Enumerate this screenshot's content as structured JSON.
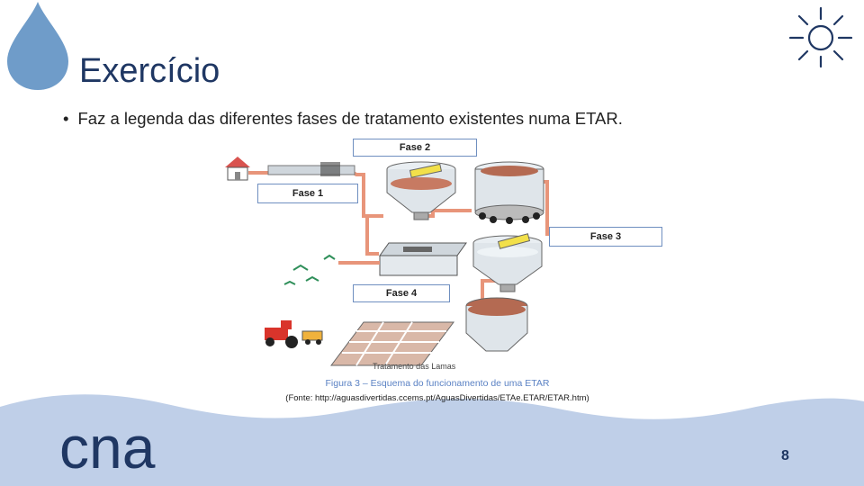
{
  "slide": {
    "title": "Exercício",
    "bullet": "Faz a legenda das diferentes fases de tratamento existentes numa ETAR.",
    "page_number": "8",
    "logo_text": "cna"
  },
  "figure": {
    "phases": {
      "fase1": "Fase 1",
      "fase2": "Fase 2",
      "fase3": "Fase 3",
      "fase4": "Fase 4"
    },
    "sludge_label": "Tratamento das Lamas",
    "caption": "Figura 3 – Esquema do funcionamento de uma ETAR",
    "source": "(Fonte: http://aguasdivertidas.ccems.pt/AguasDivertidas/ETAe.ETAR/ETAR.htm)"
  },
  "colors": {
    "title": "#1f3763",
    "drop": "#6f9cc9",
    "wave": "#bfcfe8",
    "pipe": "#e8957a",
    "caption": "#5b82c4"
  },
  "icons": {
    "decoration_left": "water-drop-icon",
    "decoration_right": "sun-icon"
  }
}
